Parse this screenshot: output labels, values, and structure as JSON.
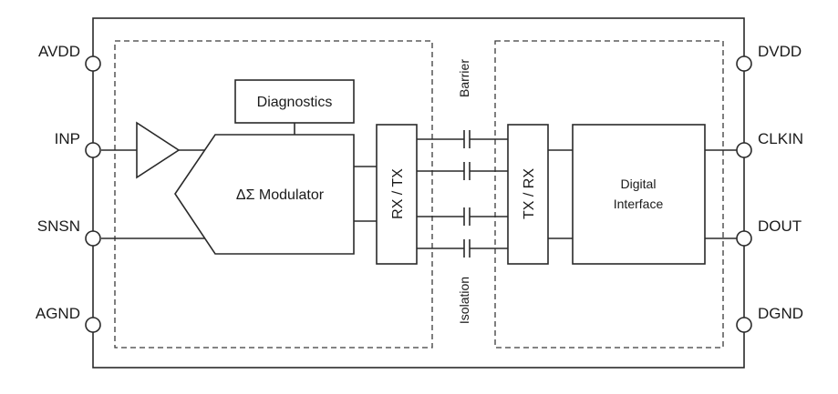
{
  "pins": {
    "left": [
      "AVDD",
      "INP",
      "SNSN",
      "AGND"
    ],
    "right": [
      "DVDD",
      "CLKIN",
      "DOUT",
      "DGND"
    ]
  },
  "blocks": {
    "diagnostics": "Diagnostics",
    "modulator": "ΔΣ Modulator",
    "rxtx": "RX / TX",
    "txrx": "TX / RX",
    "digital_line1": "Digital",
    "digital_line2": "Interface"
  },
  "barrier": {
    "top": "Barrier",
    "bottom": "Isolation"
  }
}
